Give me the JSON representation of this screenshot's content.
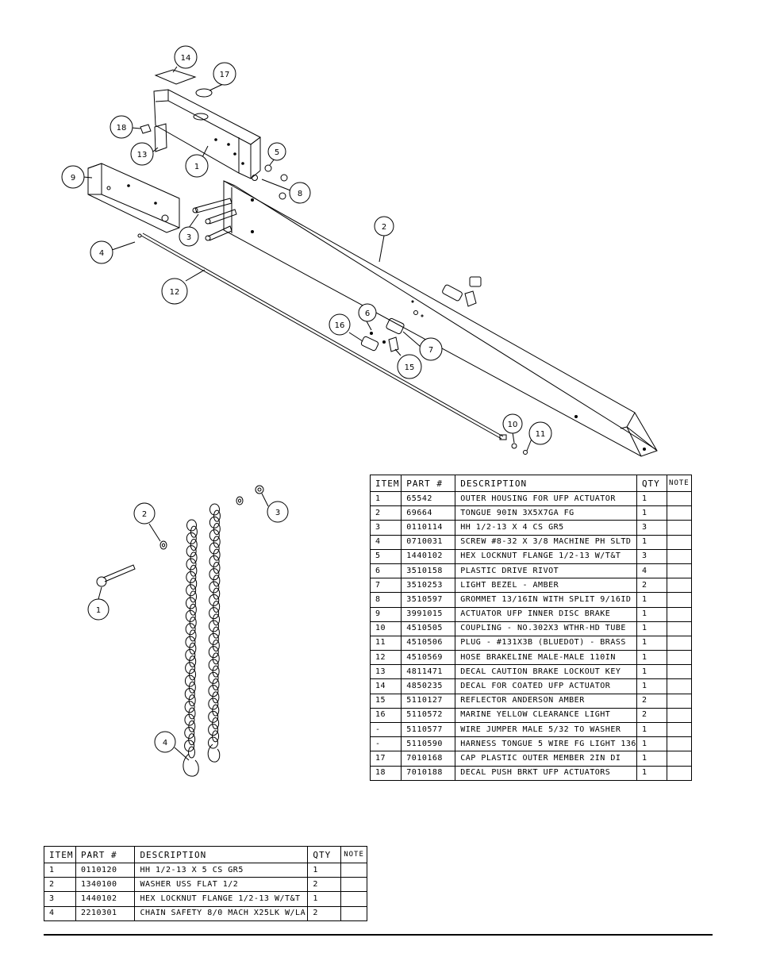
{
  "main_bom": {
    "headers": [
      "ITEM",
      "PART #",
      "DESCRIPTION",
      "QTY",
      "NOTE"
    ],
    "rows": [
      [
        "1",
        "65542",
        "OUTER HOUSING FOR UFP ACTUATOR",
        "1",
        ""
      ],
      [
        "2",
        "69664",
        "TONGUE 90IN 3X5X7GA FG",
        "1",
        ""
      ],
      [
        "3",
        "0110114",
        "HH 1/2-13 X 4 CS GR5",
        "3",
        ""
      ],
      [
        "4",
        "0710031",
        "SCREW #8-32 X 3/8 MACHINE PH SLTD",
        "1",
        ""
      ],
      [
        "5",
        "1440102",
        "HEX LOCKNUT FLANGE 1/2-13 W/T&T",
        "3",
        ""
      ],
      [
        "6",
        "3510158",
        "PLASTIC DRIVE RIVOT",
        "4",
        ""
      ],
      [
        "7",
        "3510253",
        "LIGHT BEZEL - AMBER",
        "2",
        ""
      ],
      [
        "8",
        "3510597",
        "GROMMET 13/16IN WITH SPLIT 9/16ID",
        "1",
        ""
      ],
      [
        "9",
        "3991015",
        "ACTUATOR UFP INNER DISC BRAKE",
        "1",
        ""
      ],
      [
        "10",
        "4510505",
        "COUPLING - NO.302X3 WTHR-HD TUBE",
        "1",
        ""
      ],
      [
        "11",
        "4510506",
        "PLUG - #131X3B (BLUEDOT) - BRASS",
        "1",
        ""
      ],
      [
        "12",
        "4510569",
        "HOSE BRAKELINE MALE-MALE 110IN",
        "1",
        ""
      ],
      [
        "13",
        "4811471",
        "DECAL CAUTION BRAKE LOCKOUT KEY",
        "1",
        ""
      ],
      [
        "14",
        "4850235",
        "DECAL FOR COATED UFP ACTUATOR",
        "1",
        ""
      ],
      [
        "15",
        "5110127",
        "REFLECTOR ANDERSON AMBER",
        "2",
        ""
      ],
      [
        "16",
        "5110572",
        "MARINE YELLOW CLEARANCE LIGHT",
        "2",
        ""
      ],
      [
        "-",
        "5110577",
        "WIRE JUMPER MALE 5/32 TO WASHER",
        "1",
        ""
      ],
      [
        "-",
        "5110590",
        "HARNESS TONGUE 5 WIRE FG LIGHT 136",
        "1",
        ""
      ],
      [
        "17",
        "7010168",
        "CAP PLASTIC OUTER MEMBER 2IN DI",
        "1",
        ""
      ],
      [
        "18",
        "7010188",
        "DECAL PUSH BRKT UFP ACTUATORS",
        "1",
        ""
      ]
    ]
  },
  "chain_bom": {
    "headers": [
      "ITEM",
      "PART #",
      "DESCRIPTION",
      "QTY",
      "NOTE"
    ],
    "rows": [
      [
        "1",
        "0110120",
        "HH 1/2-13 X 5 CS GR5",
        "1",
        ""
      ],
      [
        "2",
        "1340100",
        "WASHER USS FLAT 1/2",
        "2",
        ""
      ],
      [
        "3",
        "1440102",
        "HEX LOCKNUT FLANGE 1/2-13 W/T&T",
        "1",
        ""
      ],
      [
        "4",
        "2210301",
        "CHAIN SAFETY 8/0 MACH X25LK W/LA",
        "2",
        ""
      ]
    ]
  },
  "tongue_callouts": [
    {
      "label": "14"
    },
    {
      "label": "17"
    },
    {
      "label": "18"
    },
    {
      "label": "13"
    },
    {
      "label": "1"
    },
    {
      "label": "5"
    },
    {
      "label": "8"
    },
    {
      "label": "9"
    },
    {
      "label": "3"
    },
    {
      "label": "2"
    },
    {
      "label": "4"
    },
    {
      "label": "12"
    },
    {
      "label": "6"
    },
    {
      "label": "16"
    },
    {
      "label": "7"
    },
    {
      "label": "15"
    },
    {
      "label": "10"
    },
    {
      "label": "11"
    }
  ],
  "chain_callouts": [
    {
      "label": "2"
    },
    {
      "label": "3"
    },
    {
      "label": "1"
    },
    {
      "label": "4"
    }
  ]
}
